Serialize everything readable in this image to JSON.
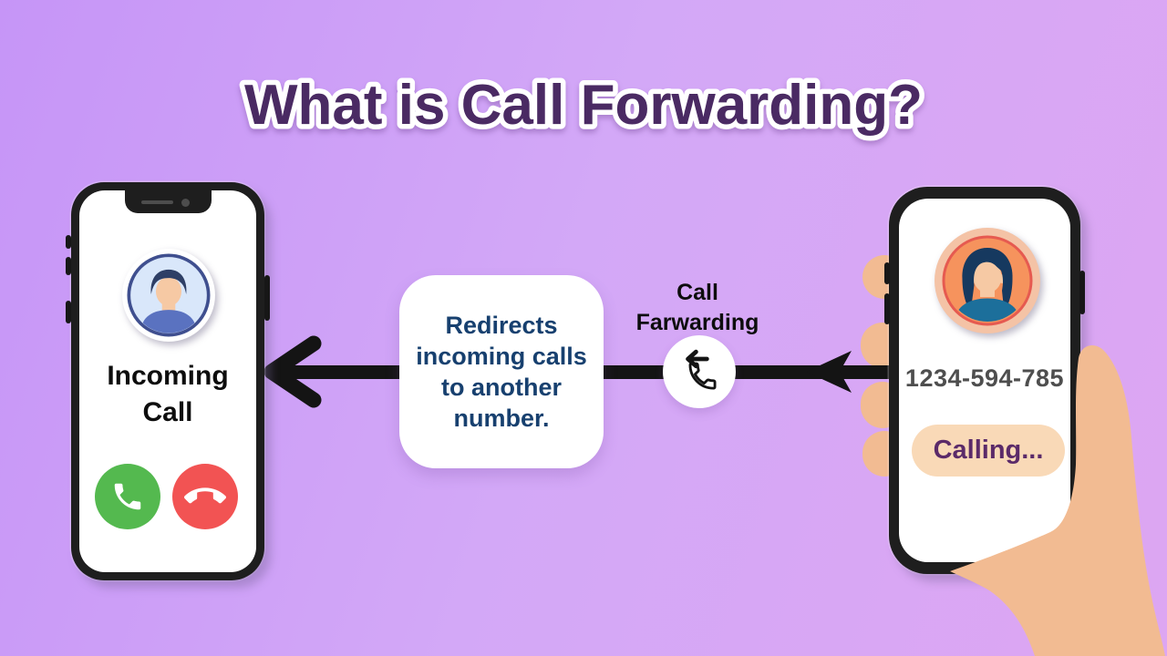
{
  "title": "What is Call Forwarding?",
  "left_phone": {
    "caller_status_line1": "Incoming",
    "caller_status_line2": "Call",
    "icons": {
      "answer": "phone-answer-icon",
      "decline": "phone-decline-icon",
      "avatar": "male-caller-avatar"
    }
  },
  "info_box": {
    "text": "Redirects incoming calls to another number."
  },
  "forwarding": {
    "label_line1": "Call",
    "label_line2": "Farwarding",
    "icon": "phone-forward-arrow-icon"
  },
  "right_phone": {
    "number": "1234-594-785",
    "status": "Calling...",
    "icons": {
      "avatar": "female-callee-avatar"
    }
  },
  "colors": {
    "background_start": "#c695f7",
    "background_mid": "#d3a8f7",
    "background_end": "#dda6f2",
    "title_fill": "#4a2a63",
    "title_outline": "#ffffff",
    "text_dark": "#0d0d0d",
    "box_text": "#17406f",
    "number_text": "#4e4e4e",
    "calling_text": "#5b2a69",
    "calling_bg": "#f9d9b7",
    "answer_green": "#54b94f",
    "decline_red": "#f25353",
    "arrow": "#141414",
    "hand": "#f2bb92",
    "phone_frame": "#1e1e1e",
    "screen_white": "#ffffff"
  }
}
